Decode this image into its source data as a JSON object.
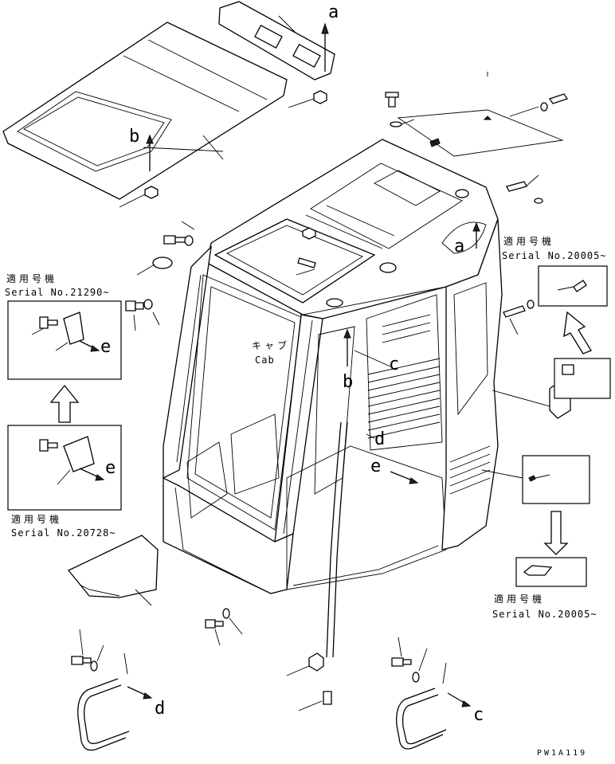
{
  "diagram": {
    "callouts": {
      "a_top": "a",
      "a_mid": "a",
      "b_roof": "b",
      "b_cab": "b",
      "c_cab": "c",
      "c_handrail": "c",
      "d_cab": "d",
      "d_handrail": "d",
      "e_cab": "e",
      "e_box1": "e",
      "e_box2": "e"
    },
    "cab_label_jp": "キャブ",
    "cab_label_en": "Cab",
    "serial_notes": [
      {
        "jp": "適用号機",
        "serial": "Serial No.21290~"
      },
      {
        "jp": "適用号機",
        "serial": "Serial No.20728~"
      },
      {
        "jp": "適用号機",
        "serial": "Serial No.20005~"
      },
      {
        "jp": "適用号機",
        "serial": "Serial No.20005~"
      }
    ],
    "drawing_code": "PW1A119"
  }
}
